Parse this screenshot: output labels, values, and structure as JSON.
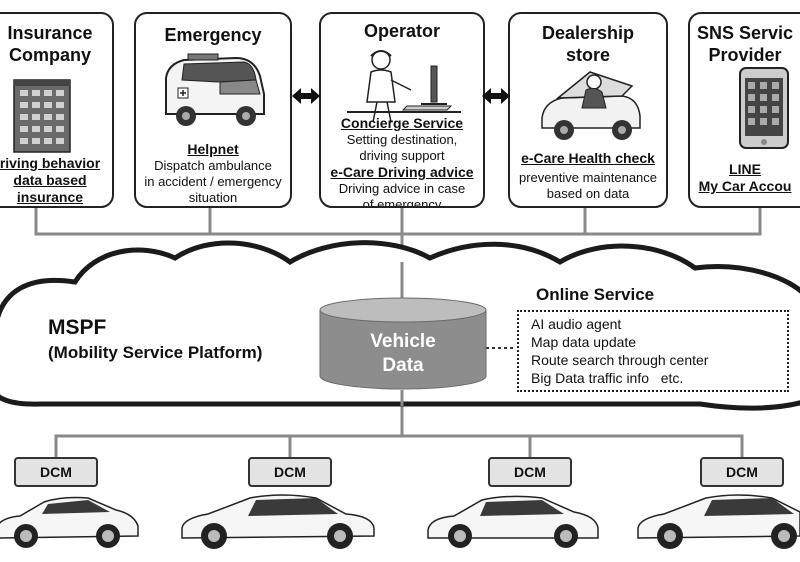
{
  "boxes": {
    "insurance": {
      "title_line1": "Insurance",
      "title_line2": "Company",
      "label_line1": "riving behavior",
      "label_line2": "data based",
      "label_line3": "insurance"
    },
    "emergency": {
      "title": "Emergency",
      "label": "Helpnet",
      "desc_line1": "Dispatch ambulance",
      "desc_line2": "in accident / emergency",
      "desc_line3": "situation"
    },
    "operator": {
      "title": "Operator",
      "label1": "Concierge Service",
      "desc1_line1": "Setting destination,",
      "desc1_line2": "driving support",
      "label2": "e-Care Driving advice",
      "desc2_line1": "Driving advice in case",
      "desc2_line2": "of emergency"
    },
    "dealership": {
      "title_line1": "Dealership",
      "title_line2": "store",
      "label": "e-Care Health check",
      "desc_line1": "preventive maintenance",
      "desc_line2": "based on data"
    },
    "sns": {
      "title_line1": "SNS Servic",
      "title_line2": "Provider",
      "label_line1": "LINE",
      "label_line2": "My Car Accou"
    }
  },
  "platform": {
    "name": "MSPF",
    "subtitle": "(Mobility Service Platform)",
    "vehicle_data_line1": "Vehicle",
    "vehicle_data_line2": "Data"
  },
  "online_service": {
    "title": "Online Service",
    "items": [
      "AI audio agent",
      "Map data update",
      "Route search through center",
      "Big Data traffic info   etc."
    ]
  },
  "vehicles": {
    "dcm_label": "DCM"
  }
}
